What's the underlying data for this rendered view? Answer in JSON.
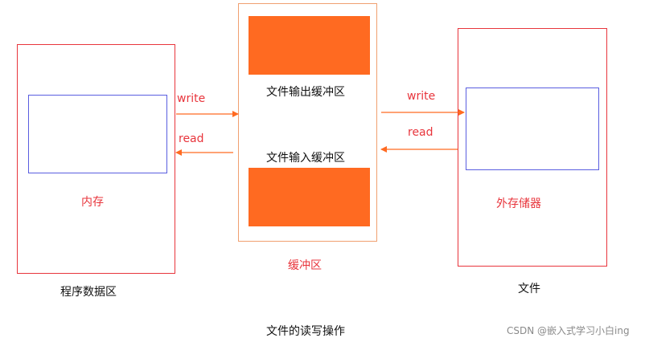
{
  "memory": {
    "label": "内存",
    "caption": "程序数据区"
  },
  "buffer": {
    "output_label": "文件输出缓冲区",
    "input_label": "文件输入缓冲区",
    "caption": "缓冲区"
  },
  "storage": {
    "label": "外存储器",
    "caption": "文件"
  },
  "arrows": {
    "left_write": "write",
    "left_read": "read",
    "right_write": "write",
    "right_read": "read"
  },
  "title": "文件的读写操作",
  "watermark": "CSDN @嵌入式学习小白ing",
  "colors": {
    "red": "#e8353c",
    "blue": "#5a5ee0",
    "orange": "#ff6a21",
    "orange_border": "#f0a070"
  }
}
